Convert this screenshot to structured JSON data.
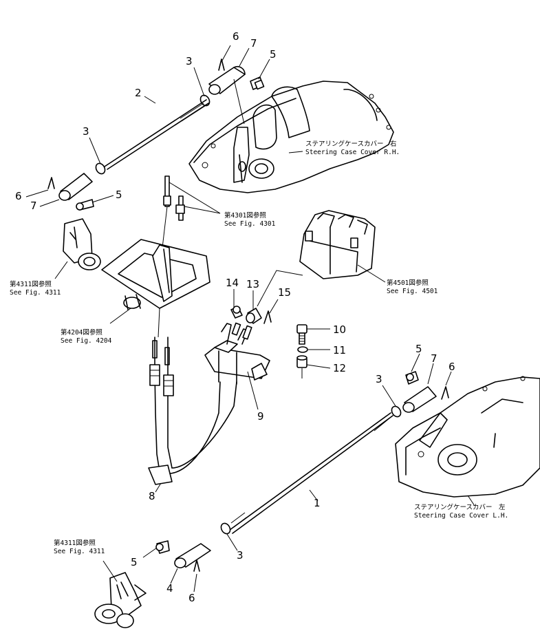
{
  "callouts": [
    {
      "id": "c6a",
      "text": "6"
    },
    {
      "id": "c7a",
      "text": "7"
    },
    {
      "id": "c3a",
      "text": "3"
    },
    {
      "id": "c5a",
      "text": "5"
    },
    {
      "id": "c2",
      "text": "2"
    },
    {
      "id": "c3b",
      "text": "3"
    },
    {
      "id": "c6b",
      "text": "6"
    },
    {
      "id": "c7b",
      "text": "7"
    },
    {
      "id": "c5b",
      "text": "5"
    },
    {
      "id": "c14",
      "text": "14"
    },
    {
      "id": "c13",
      "text": "13"
    },
    {
      "id": "c15",
      "text": "15"
    },
    {
      "id": "c10",
      "text": "10"
    },
    {
      "id": "c11",
      "text": "11"
    },
    {
      "id": "c12",
      "text": "12"
    },
    {
      "id": "c9",
      "text": "9"
    },
    {
      "id": "c8",
      "text": "8"
    },
    {
      "id": "c5c",
      "text": "5"
    },
    {
      "id": "c7c",
      "text": "7"
    },
    {
      "id": "c6c",
      "text": "6"
    },
    {
      "id": "c3c",
      "text": "3"
    },
    {
      "id": "c1",
      "text": "1"
    },
    {
      "id": "c5d",
      "text": "5"
    },
    {
      "id": "c3d",
      "text": "3"
    },
    {
      "id": "c4",
      "text": "4"
    },
    {
      "id": "c6d",
      "text": "6"
    }
  ],
  "references": {
    "cover_rh_jp": "ステアリングケースカバー　右",
    "cover_rh_en": "Steering  Case  Cover  R.H.",
    "cover_lh_jp": "ステアリングケースカバー　左",
    "cover_lh_en": "Steering  Case  Cover  L.H.",
    "fig4301_jp": "第4301図参照",
    "fig4301_en": "See  Fig.  4301",
    "fig4311a_jp": "第4311図参照",
    "fig4311a_en": "See  Fig.  4311",
    "fig4501_jp": "第4501図参照",
    "fig4501_en": "See  Fig.  4501",
    "fig4204_jp": "第4204図参照",
    "fig4204_en": "See  Fig.  4204",
    "fig4311b_jp": "第4311図参照",
    "fig4311b_en": "See  Fig.  4311"
  }
}
